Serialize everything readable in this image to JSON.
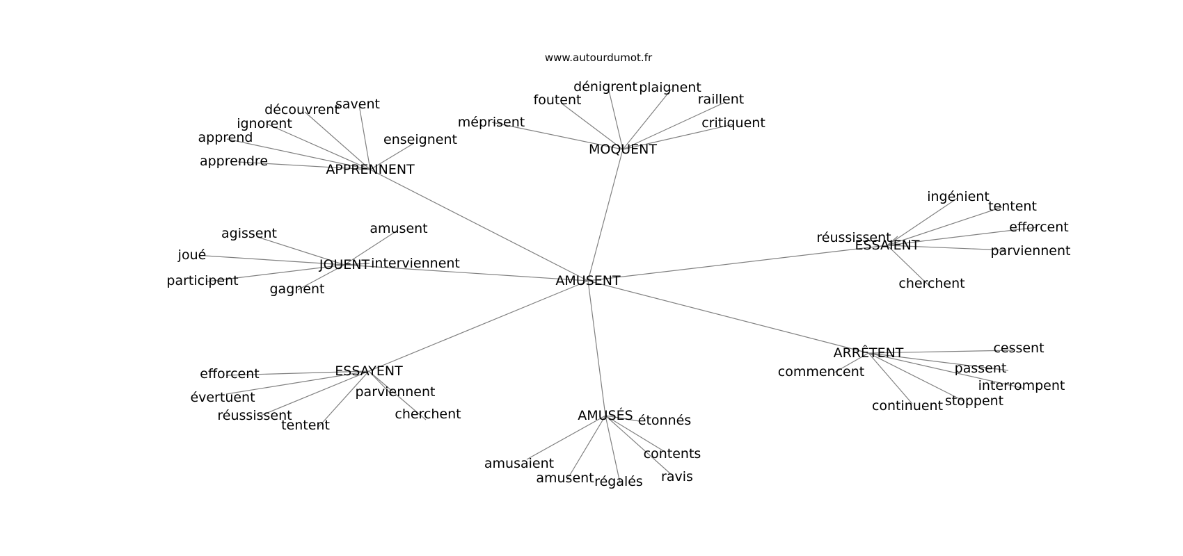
{
  "site": "www.autourdumot.fr",
  "center": {
    "label": "AMUSENT"
  },
  "clusters": [
    {
      "id": "moquent",
      "label": "MOQUENT",
      "leaves": [
        "méprisent",
        "foutent",
        "dénigrent",
        "plaignent",
        "raillent",
        "critiquent"
      ]
    },
    {
      "id": "apprennent",
      "label": "APPRENNENT",
      "leaves": [
        "apprendre",
        "apprend",
        "ignorent",
        "découvrent",
        "savent",
        "enseignent"
      ]
    },
    {
      "id": "jouent",
      "label": "JOUENT",
      "leaves": [
        "agissent",
        "joué",
        "participent",
        "gagnent",
        "amusent",
        "interviennent"
      ]
    },
    {
      "id": "essaient",
      "label": "ESSAIENT",
      "leaves": [
        "réussissent",
        "ingénient",
        "tentent",
        "efforcent",
        "parviennent",
        "cherchent"
      ]
    },
    {
      "id": "arretent",
      "label": "ARRÊTENT",
      "leaves": [
        "cessent",
        "passent",
        "interrompent",
        "stoppent",
        "continuent",
        "commencent"
      ]
    },
    {
      "id": "amuses",
      "label": "AMUSÉS",
      "leaves": [
        "étonnés",
        "contents",
        "ravis",
        "régalés",
        "amusent",
        "amusaient"
      ]
    },
    {
      "id": "essayent",
      "label": "ESSAYENT",
      "leaves": [
        "efforcent",
        "évertuent",
        "réussissent",
        "tentent",
        "parviennent",
        "cherchent"
      ]
    }
  ]
}
